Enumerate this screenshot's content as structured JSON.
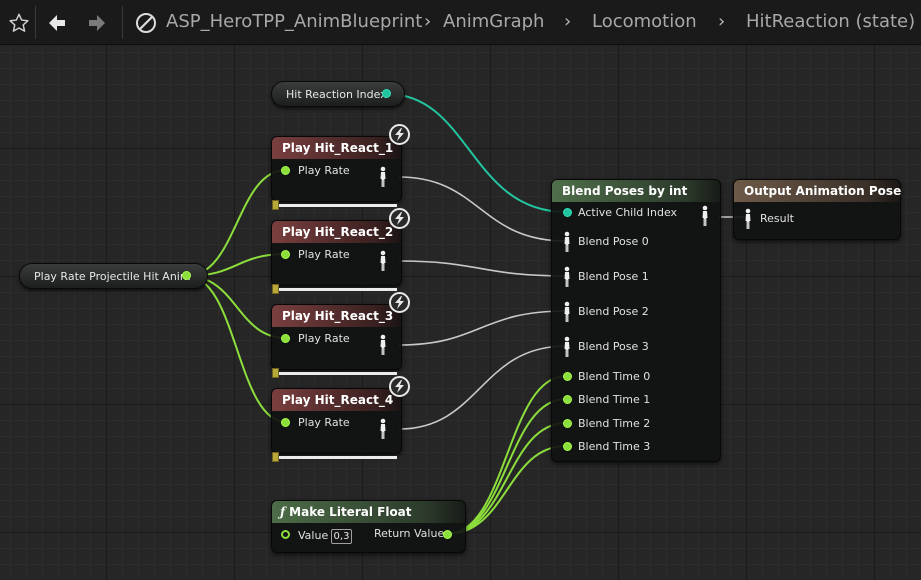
{
  "toolbar": {
    "favorite_icon": "star-icon",
    "back_icon": "arrow-left-icon",
    "forward_icon": "arrow-right-icon",
    "asset_icon": "blueprint-icon",
    "breadcrumbs": [
      "ASP_HeroTPP_AnimBlueprint",
      "AnimGraph",
      "Locomotion",
      "HitReaction (state)"
    ]
  },
  "graph": {
    "hit_reaction_index": {
      "label": "Hit Reaction Index"
    },
    "play_rate_var": {
      "label": "Play Rate Projectile Hit Anim"
    },
    "play_nodes": [
      {
        "title": "Play Hit_React_1",
        "pin": "Play Rate"
      },
      {
        "title": "Play Hit_React_2",
        "pin": "Play Rate"
      },
      {
        "title": "Play Hit_React_3",
        "pin": "Play Rate"
      },
      {
        "title": "Play Hit_React_4",
        "pin": "Play Rate"
      }
    ],
    "blend_node": {
      "title": "Blend Poses by int",
      "pins": [
        "Active Child Index",
        "Blend Pose 0",
        "Blend Pose 1",
        "Blend Pose 2",
        "Blend Pose 3",
        "Blend Time 0",
        "Blend Time 1",
        "Blend Time 2",
        "Blend Time 3"
      ]
    },
    "output_node": {
      "title": "Output Animation Pose",
      "pin": "Result"
    },
    "literal_node": {
      "title": "Make Literal Float",
      "value_label": "Value",
      "value": "0,3",
      "return_label": "Return Value"
    }
  },
  "colors": {
    "exec_green": "#8cde3c",
    "int_teal": "#23c4a0",
    "pose_wire": "#c8c8c8"
  }
}
